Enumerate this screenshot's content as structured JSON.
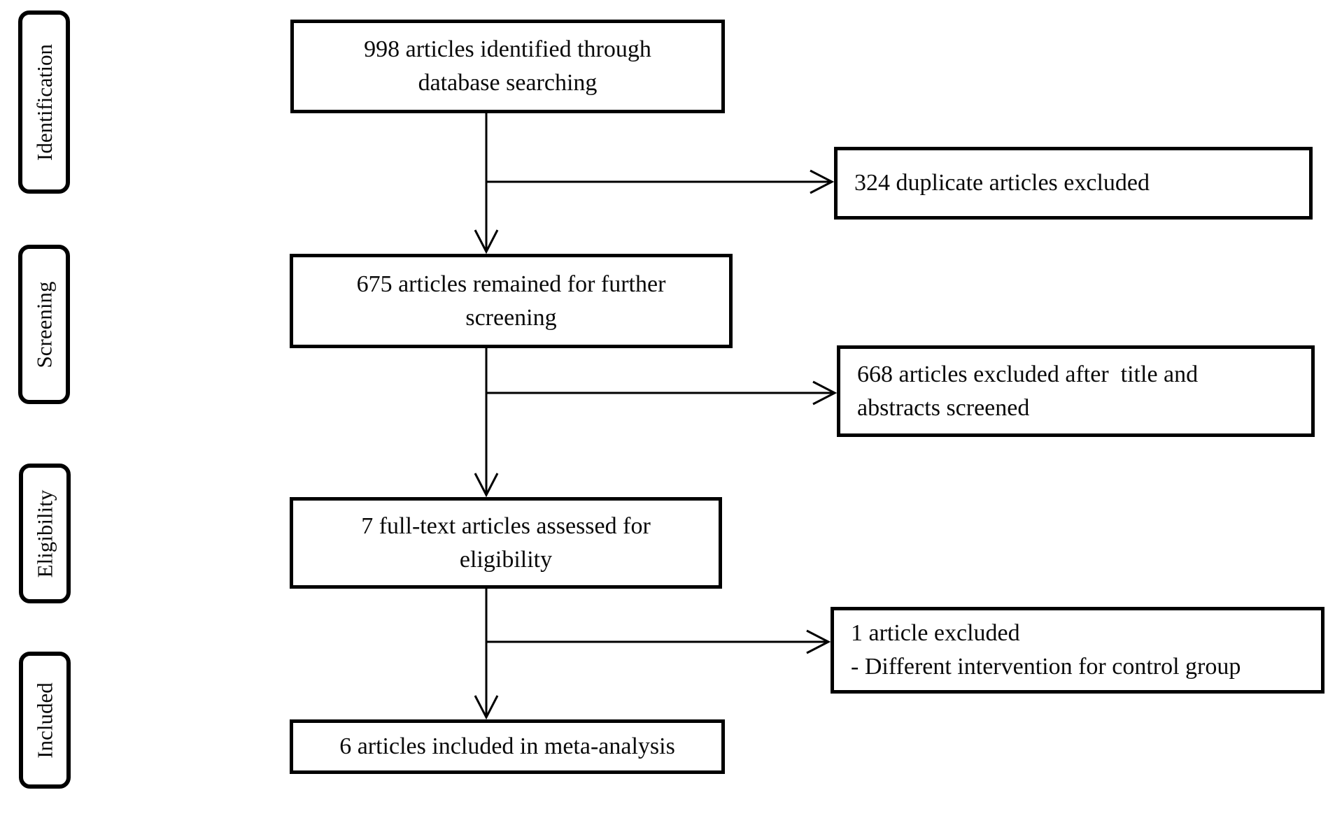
{
  "diagram": {
    "kind": "prisma-flow",
    "colors": {
      "line": "#000000",
      "box_border": "#000000",
      "background": "#ffffff",
      "text": "#0a0a0a"
    },
    "stages": [
      {
        "label": "Identification"
      },
      {
        "label": "Screening"
      },
      {
        "label": "Eligibility"
      },
      {
        "label": "Included"
      }
    ],
    "flow_boxes": [
      {
        "id": "identified",
        "count": 998,
        "text": "998 articles identified through\ndatabase searching"
      },
      {
        "id": "remained-for-screening",
        "count": 675,
        "text": "675 articles remained for further\nscreening"
      },
      {
        "id": "fulltext-assessed",
        "count": 7,
        "text": "7 full-text articles assessed for\neligibility"
      },
      {
        "id": "included-in-meta-analysis",
        "count": 6,
        "text": "6 articles included in meta-analysis"
      }
    ],
    "exclusion_boxes": [
      {
        "id": "duplicates-excluded",
        "count": 324,
        "text": "324 duplicate articles excluded"
      },
      {
        "id": "title-abstract-excluded",
        "count": 668,
        "text": "668 articles excluded after  title and\nabstracts screened"
      },
      {
        "id": "fulltext-excluded",
        "count": 1,
        "text": "1 article excluded\n- Different intervention for control group"
      }
    ]
  }
}
